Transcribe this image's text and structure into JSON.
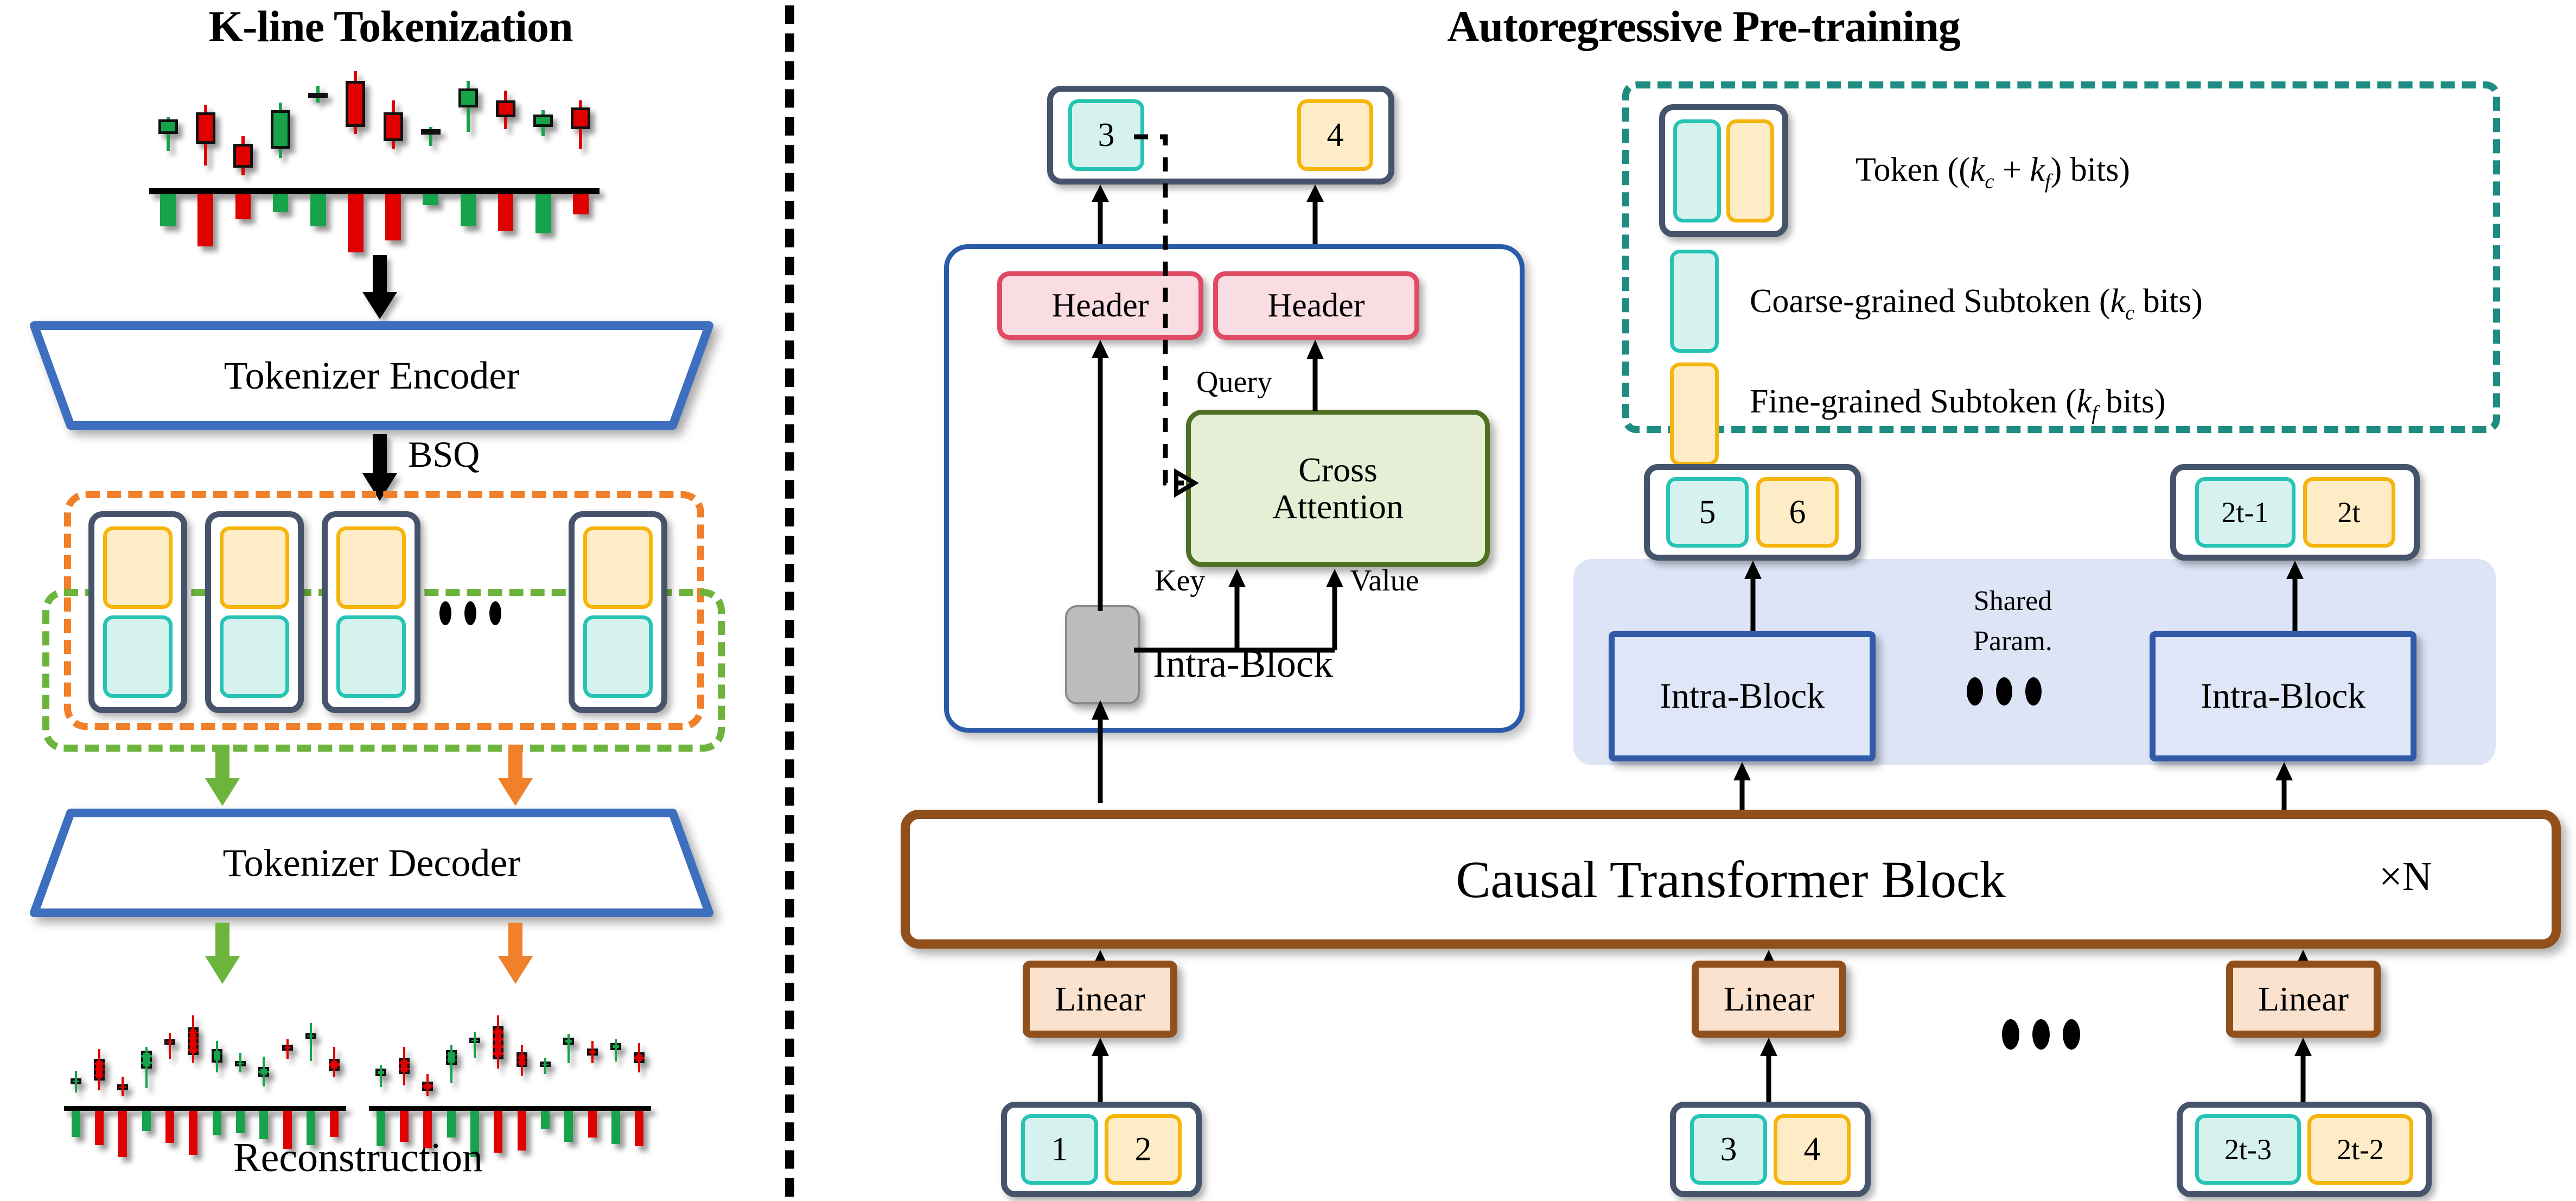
{
  "panels": {
    "left": {
      "title": "K-line Tokenization"
    },
    "right": {
      "title": "Autoregressive Pre-training"
    }
  },
  "left_panel": {
    "encoder_label": "Tokenizer Encoder",
    "decoder_label": "Tokenizer Decoder",
    "bsq_label": "BSQ",
    "reconstruction_label": "Reconstruction",
    "token_row": {
      "count_shown": 4,
      "ellipsis": "• • •",
      "outer_group_color": "#f0802a",
      "coarse_group_color": "#6cb43c"
    }
  },
  "right_panel": {
    "output_token": {
      "coarse": "3",
      "fine": "4"
    },
    "headers": [
      "Header",
      "Header"
    ],
    "cross_attention_label": "Cross\nAttention",
    "cross_attention_line1": "Cross",
    "cross_attention_line2": "Attention",
    "edge_labels": {
      "query": "Query",
      "key": "Key",
      "value": "Value"
    },
    "intra_block_label": "Intra-Block",
    "shared_param_label_line1": "Shared",
    "shared_param_label_line2": "Param.",
    "causal_block_label": "Causal Transformer Block",
    "repeat_label": "×N",
    "linear_label": "Linear",
    "ellipsis": "• • •",
    "output_tokens": [
      {
        "coarse": "5",
        "fine": "6"
      },
      {
        "coarse": "2t-1",
        "fine": "2t"
      }
    ],
    "input_tokens": [
      {
        "coarse": "1",
        "fine": "2"
      },
      {
        "coarse": "3",
        "fine": "4"
      },
      {
        "coarse": "2t-3",
        "fine": "2t-2"
      }
    ],
    "intra_blocks": [
      "Intra-Block",
      "Intra-Block"
    ],
    "linear_blocks": [
      "Linear",
      "Linear",
      "Linear"
    ]
  },
  "legend": {
    "border_color": "#1f8c83",
    "items": [
      {
        "swatch": "token",
        "text_pre": "Token ((",
        "k1": "k",
        "k1sub": "c",
        "plus": " + ",
        "k2": "k",
        "k2sub": "f",
        "text_post": ") bits)"
      },
      {
        "swatch": "coarse",
        "text_pre": "Coarse-grained Subtoken (",
        "k1": "k",
        "k1sub": "c",
        "plus": "",
        "k2": "",
        "k2sub": "",
        "text_post": " bits)"
      },
      {
        "swatch": "fine",
        "text_pre": "Fine-grained Subtoken (",
        "k1": "k",
        "k1sub": "f",
        "plus": "",
        "k2": "",
        "k2sub": "",
        "text_post": " bits)"
      }
    ]
  },
  "colors": {
    "coarse_border": "#27c4b4",
    "coarse_fill": "#d6f2ef",
    "fine_border": "#f5b50a",
    "fine_fill": "#fdecc6",
    "token_outer": "#46546b",
    "header_border": "#e04a63",
    "header_fill": "#fadce3",
    "xattn_border": "#4f7022",
    "xattn_fill": "#e6efd6",
    "intra_border": "#2b5ba8",
    "intra_fill": "#dfe6f7",
    "brown": "#91501b",
    "linear_fill": "#fbe2cf",
    "orange_dash": "#f0802a",
    "green_dash": "#6cb43c",
    "teal_dash": "#1f8c83",
    "candle_up": "#16a34a",
    "candle_down": "#e00000"
  },
  "chart_data": {
    "type": "candlestick",
    "title": "K-line Tokenization",
    "series": [
      {
        "name": "original",
        "candles": [
          {
            "o": 52,
            "h": 66,
            "l": 38,
            "c": 64,
            "dir": "up",
            "vol": 30
          },
          {
            "o": 70,
            "h": 76,
            "l": 26,
            "c": 44,
            "dir": "down",
            "vol": 47
          },
          {
            "o": 44,
            "h": 50,
            "l": 18,
            "c": 24,
            "dir": "down",
            "vol": 24
          },
          {
            "o": 40,
            "h": 78,
            "l": 32,
            "c": 72,
            "dir": "up",
            "vol": 18
          },
          {
            "o": 82,
            "h": 92,
            "l": 78,
            "c": 86,
            "dir": "up",
            "vol": 30
          },
          {
            "o": 96,
            "h": 104,
            "l": 52,
            "c": 58,
            "dir": "down",
            "vol": 52
          },
          {
            "o": 70,
            "h": 80,
            "l": 40,
            "c": 46,
            "dir": "down",
            "vol": 42
          },
          {
            "o": 52,
            "h": 58,
            "l": 42,
            "c": 56,
            "dir": "up",
            "vol": 12
          },
          {
            "o": 74,
            "h": 96,
            "l": 54,
            "c": 90,
            "dir": "up",
            "vol": 30
          },
          {
            "o": 80,
            "h": 88,
            "l": 56,
            "c": 66,
            "dir": "down",
            "vol": 34
          },
          {
            "o": 58,
            "h": 72,
            "l": 50,
            "c": 68,
            "dir": "up",
            "vol": 36
          },
          {
            "o": 74,
            "h": 80,
            "l": 40,
            "c": 56,
            "dir": "down",
            "vol": 20
          }
        ]
      },
      {
        "name": "reconstruction-a",
        "candles": [
          {
            "o": 36,
            "h": 50,
            "l": 28,
            "c": 42,
            "dir": "up",
            "vol": 28
          },
          {
            "o": 62,
            "h": 72,
            "l": 30,
            "c": 40,
            "dir": "down",
            "vol": 36
          },
          {
            "o": 36,
            "h": 44,
            "l": 24,
            "c": 30,
            "dir": "down",
            "vol": 48
          },
          {
            "o": 52,
            "h": 74,
            "l": 32,
            "c": 70,
            "dir": "up",
            "vol": 22
          },
          {
            "o": 76,
            "h": 88,
            "l": 62,
            "c": 82,
            "dir": "down",
            "vol": 34
          },
          {
            "o": 94,
            "h": 106,
            "l": 58,
            "c": 66,
            "dir": "down",
            "vol": 46
          },
          {
            "o": 72,
            "h": 80,
            "l": 48,
            "c": 58,
            "dir": "up",
            "vol": 26
          },
          {
            "o": 60,
            "h": 68,
            "l": 48,
            "c": 56,
            "dir": "up",
            "vol": 24
          },
          {
            "o": 54,
            "h": 64,
            "l": 34,
            "c": 44,
            "dir": "up",
            "vol": 30
          },
          {
            "o": 70,
            "h": 82,
            "l": 62,
            "c": 76,
            "dir": "down",
            "vol": 40
          },
          {
            "o": 88,
            "h": 98,
            "l": 60,
            "c": 84,
            "dir": "up",
            "vol": 36
          },
          {
            "o": 62,
            "h": 74,
            "l": 44,
            "c": 50,
            "dir": "down",
            "vol": 28
          }
        ]
      },
      {
        "name": "reconstruction-b",
        "candles": [
          {
            "o": 44,
            "h": 56,
            "l": 32,
            "c": 52,
            "dir": "up",
            "vol": 34
          },
          {
            "o": 64,
            "h": 76,
            "l": 34,
            "c": 46,
            "dir": "down",
            "vol": 30
          },
          {
            "o": 38,
            "h": 46,
            "l": 22,
            "c": 28,
            "dir": "down",
            "vol": 36
          },
          {
            "o": 56,
            "h": 78,
            "l": 36,
            "c": 72,
            "dir": "up",
            "vol": 26
          },
          {
            "o": 80,
            "h": 92,
            "l": 64,
            "c": 86,
            "dir": "up",
            "vol": 44
          },
          {
            "o": 98,
            "h": 110,
            "l": 52,
            "c": 62,
            "dir": "down",
            "vol": 40
          },
          {
            "o": 70,
            "h": 78,
            "l": 44,
            "c": 54,
            "dir": "down",
            "vol": 38
          },
          {
            "o": 56,
            "h": 64,
            "l": 46,
            "c": 60,
            "dir": "up",
            "vol": 18
          },
          {
            "o": 78,
            "h": 90,
            "l": 58,
            "c": 86,
            "dir": "up",
            "vol": 30
          },
          {
            "o": 74,
            "h": 82,
            "l": 58,
            "c": 66,
            "dir": "down",
            "vol": 26
          },
          {
            "o": 72,
            "h": 84,
            "l": 60,
            "c": 80,
            "dir": "up",
            "vol": 32
          },
          {
            "o": 70,
            "h": 80,
            "l": 48,
            "c": 58,
            "dir": "down",
            "vol": 34
          }
        ]
      }
    ]
  }
}
